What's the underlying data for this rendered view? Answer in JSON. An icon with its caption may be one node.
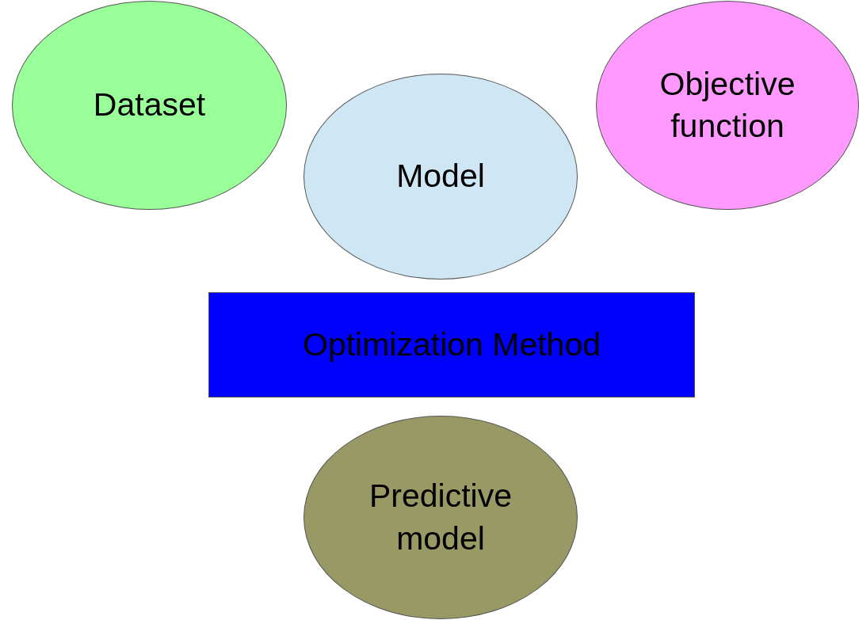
{
  "diagram": {
    "nodes": [
      {
        "text": [
          "Dataset"
        ]
      },
      {
        "text": [
          "Model"
        ]
      },
      {
        "text": [
          "Objective function"
        ]
      },
      {
        "text": [
          "Optimization Method"
        ]
      },
      {
        "text": [
          "Predictive model"
        ]
      }
    ]
  }
}
